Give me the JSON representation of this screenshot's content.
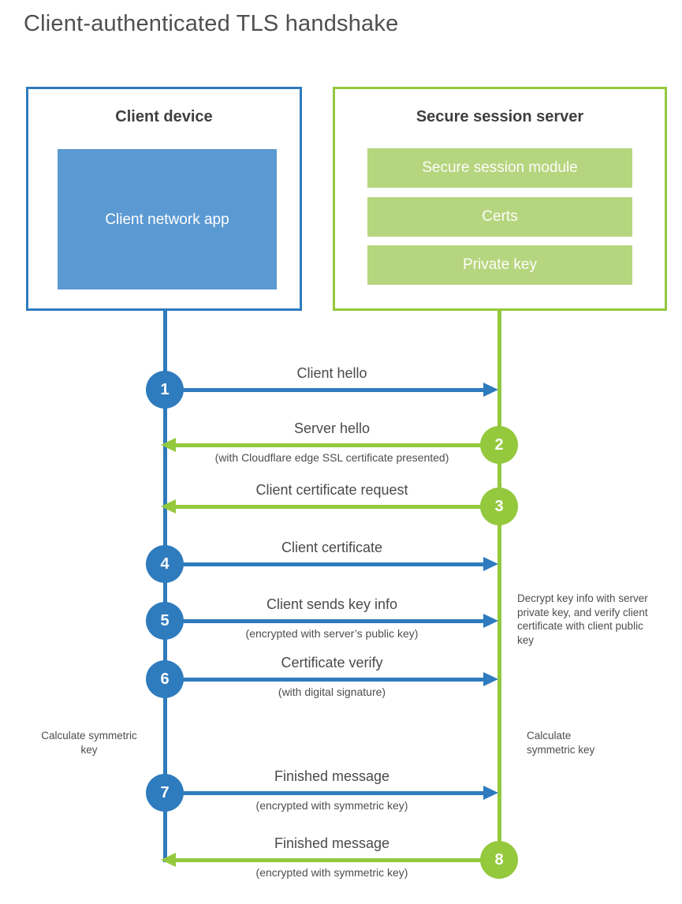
{
  "title": "Client-authenticated TLS handshake",
  "colors": {
    "blue_line": "#2e7bbe",
    "blue_fill": "#5b99d2",
    "green_line": "#94c83d",
    "green_fill": "#b6d57f"
  },
  "client_box": {
    "title": "Client device",
    "app_label": "Client network app"
  },
  "server_box": {
    "title": "Secure session server",
    "modules": [
      "Secure session module",
      "Certs",
      "Private key"
    ]
  },
  "steps": [
    {
      "number": "1",
      "actor": "client",
      "direction": "right",
      "label": "Client hello",
      "sublabel": ""
    },
    {
      "number": "2",
      "actor": "server",
      "direction": "left",
      "label": "Server hello",
      "sublabel": "(with Cloudflare edge SSL certificate presented)"
    },
    {
      "number": "3",
      "actor": "server",
      "direction": "left",
      "label": "Client certificate request",
      "sublabel": ""
    },
    {
      "number": "4",
      "actor": "client",
      "direction": "right",
      "label": "Client certificate",
      "sublabel": ""
    },
    {
      "number": "5",
      "actor": "client",
      "direction": "right",
      "label": "Client sends key info",
      "sublabel": "(encrypted with server’s public key)"
    },
    {
      "number": "6",
      "actor": "client",
      "direction": "right",
      "label": "Certificate verify",
      "sublabel": "(with digital signature)"
    },
    {
      "number": "7",
      "actor": "client",
      "direction": "right",
      "label": "Finished message",
      "sublabel": "(encrypted with symmetric key)"
    },
    {
      "number": "8",
      "actor": "server",
      "direction": "left",
      "label": "Finished message",
      "sublabel": "(encrypted with symmetric key)"
    }
  ],
  "notes": {
    "decrypt": "Decrypt key info with server private key, and verify client certificate with client public key",
    "calc_left": "Calculate symmetric key",
    "calc_right": "Calculate symmetric key"
  }
}
